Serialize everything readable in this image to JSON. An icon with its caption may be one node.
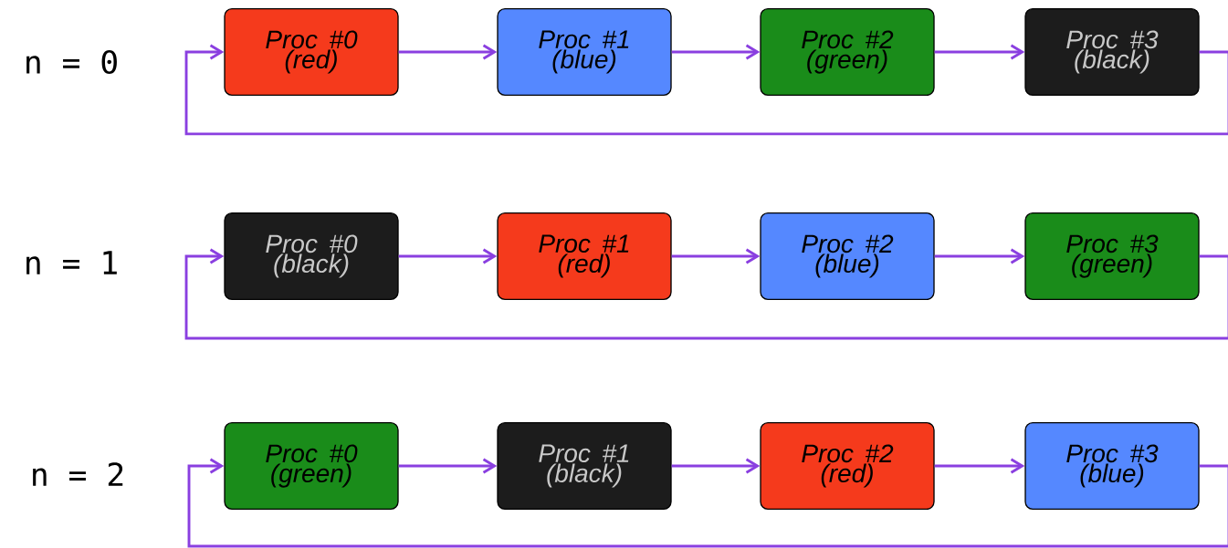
{
  "diagram": {
    "nodes": [
      {
        "text": [
          "Proc #0 (red)"
        ]
      },
      {
        "text": [
          "Proc #1 (blue)"
        ]
      },
      {
        "text": [
          "Proc #2 (green)"
        ]
      },
      {
        "text": [
          "Proc #3 (black)"
        ]
      },
      {
        "text": [
          "Proc #0 (black)"
        ]
      },
      {
        "text": [
          "Proc #1 (red)"
        ]
      },
      {
        "text": [
          "Proc #2 (blue)"
        ]
      },
      {
        "text": [
          "Proc #3 (green)"
        ]
      },
      {
        "text": [
          "Proc #0 (green)"
        ]
      },
      {
        "text": [
          "Proc #1 (black)"
        ]
      },
      {
        "text": [
          "Proc #2 (red)"
        ]
      },
      {
        "text": [
          "Proc #3 (blue)"
        ]
      }
    ],
    "edges": [
      {
        "from": 0,
        "to": 1,
        "arrow": "to"
      },
      {
        "from": 1,
        "to": 2,
        "arrow": "to"
      },
      {
        "from": 2,
        "to": 3,
        "arrow": "to"
      },
      {
        "from": 3,
        "to": 0,
        "arrow": "to"
      },
      {
        "from": 4,
        "to": 5,
        "arrow": "to"
      },
      {
        "from": 5,
        "to": 6,
        "arrow": "to"
      },
      {
        "from": 6,
        "to": 7,
        "arrow": "to"
      },
      {
        "from": 7,
        "to": 4,
        "arrow": "to"
      },
      {
        "from": 8,
        "to": 9,
        "arrow": "to"
      },
      {
        "from": 9,
        "to": 10,
        "arrow": "to"
      },
      {
        "from": 10,
        "to": 11,
        "arrow": "to"
      },
      {
        "from": 11,
        "to": 8,
        "arrow": "to"
      }
    ],
    "labels": [
      "n = 0",
      "n = 1",
      "n = 2"
    ]
  }
}
